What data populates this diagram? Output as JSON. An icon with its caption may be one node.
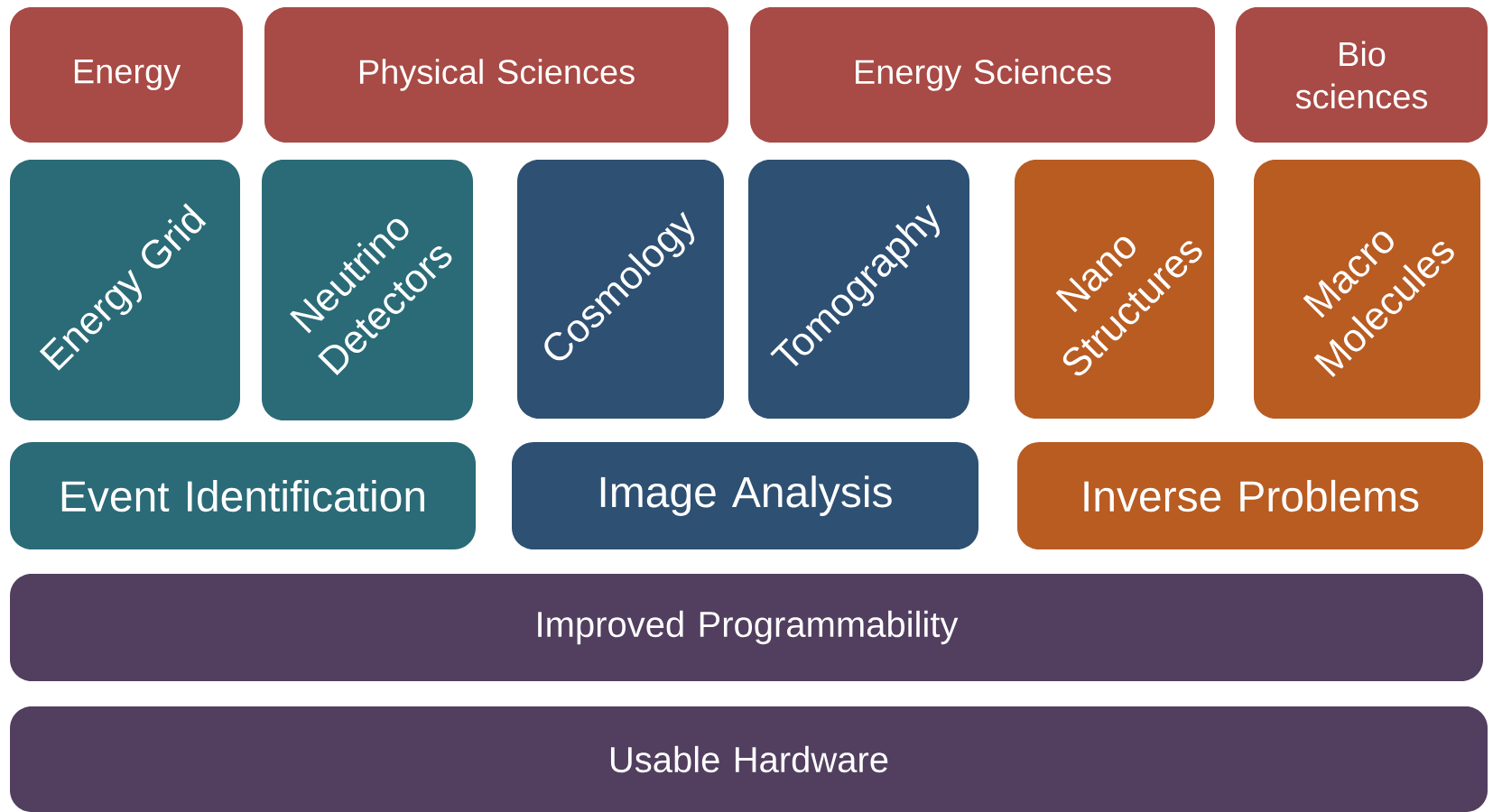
{
  "diagram": {
    "nodes": [
      {
        "text": [
          "Energy"
        ]
      },
      {
        "text": [
          "Physical Sciences"
        ]
      },
      {
        "text": [
          "Energy Sciences"
        ]
      },
      {
        "text": [
          "Bio sciences"
        ]
      },
      {
        "text": [
          "Energy Grid"
        ]
      },
      {
        "text": [
          "Neutrino Detectors"
        ]
      },
      {
        "text": [
          "Cosmology"
        ]
      },
      {
        "text": [
          "Tomography"
        ]
      },
      {
        "text": [
          "Nano Structures"
        ]
      },
      {
        "text": [
          "Macro Molecules"
        ]
      },
      {
        "text": [
          "Event Identification"
        ]
      },
      {
        "text": [
          "Image Analysis"
        ]
      },
      {
        "text": [
          "Inverse Problems"
        ]
      },
      {
        "text": [
          "Improved Programmability"
        ]
      },
      {
        "text": [
          "Usable Hardware"
        ]
      }
    ]
  }
}
